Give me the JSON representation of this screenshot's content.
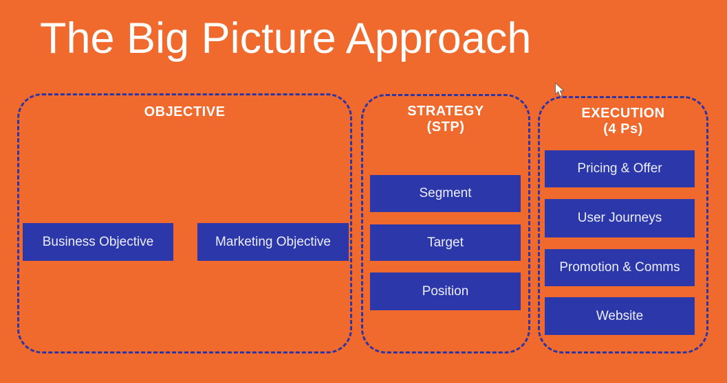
{
  "slide": {
    "title": "The Big Picture Approach"
  },
  "colors": {
    "background": "#f0692d",
    "panel_border": "#2d35a4",
    "box_fill": "#2c38a9",
    "box_text": "#eceefb",
    "heading_text": "#ffffff"
  },
  "sections": [
    {
      "heading": "OBJECTIVE",
      "items": [
        "Business Objective",
        "Marketing Objective"
      ]
    },
    {
      "heading": "STRATEGY",
      "subheading": "(STP)",
      "items": [
        "Segment",
        "Target",
        "Position"
      ]
    },
    {
      "heading": "EXECUTION",
      "subheading": "(4 Ps)",
      "items": [
        "Pricing & Offer",
        "User Journeys",
        "Promotion & Comms",
        "Website"
      ]
    }
  ],
  "cursor": {
    "icon": "arrow-pointer"
  }
}
